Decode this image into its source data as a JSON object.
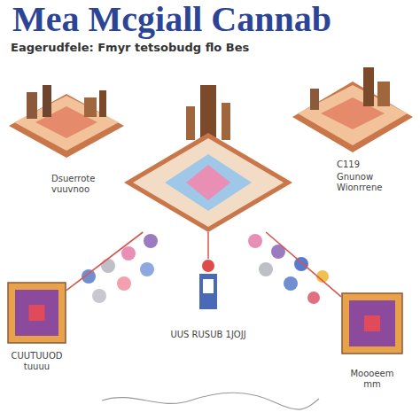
{
  "diagram": {
    "title": "Mea Mcgiall Cannab",
    "nodes": [
      {
        "text": [
          "UUS RUSUB 1JOJJ"
        ]
      },
      {
        "text": [
          "CUUTUUOD tuuuu"
        ]
      },
      {
        "text": [
          "Moooeem mm"
        ]
      }
    ],
    "edges": [
      {
        "from": 1,
        "to": 0,
        "arrow": "none"
      },
      {
        "from": 0,
        "to": 2,
        "arrow": "none"
      }
    ],
    "labels": [
      "Eagerudfele: Fmyr tetsobudg flo Bes",
      "Dsuerrote vuuvnoo",
      "C119",
      "Gnunow Wionrrene"
    ]
  }
}
